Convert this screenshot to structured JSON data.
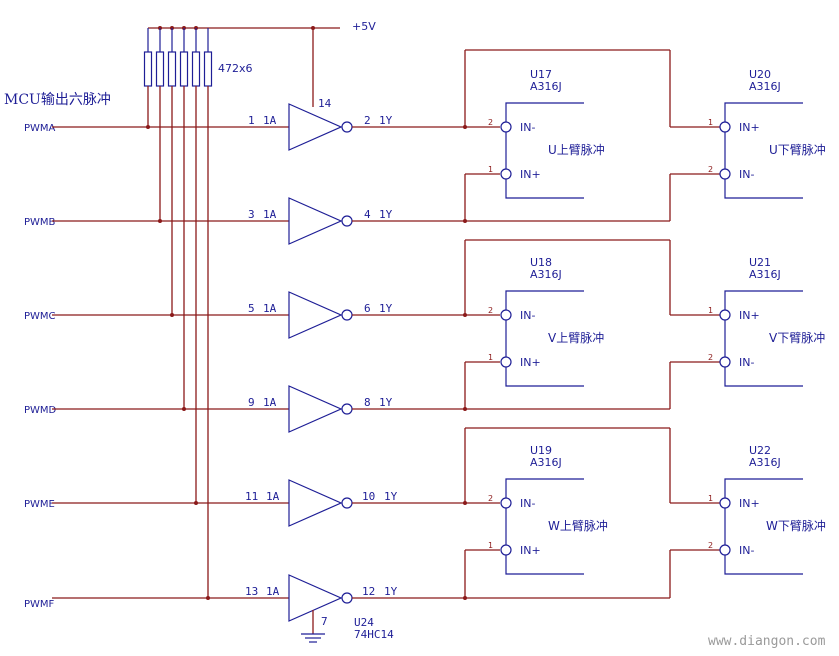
{
  "diagram": {
    "title": "MCU输出六脉冲",
    "supply_label": "+5V",
    "resistor_label": "472x6",
    "watermark": "www.diangon.com",
    "inputs": [
      {
        "net": "PWMA",
        "in_pin": "1",
        "in_name": "1A",
        "out_pin": "2",
        "out_name": "1Y"
      },
      {
        "net": "PWMB",
        "in_pin": "3",
        "in_name": "1A",
        "out_pin": "4",
        "out_name": "1Y"
      },
      {
        "net": "PWMC",
        "in_pin": "5",
        "in_name": "1A",
        "out_pin": "6",
        "out_name": "1Y"
      },
      {
        "net": "PWMD",
        "in_pin": "9",
        "in_name": "1A",
        "out_pin": "8",
        "out_name": "1Y"
      },
      {
        "net": "PWME",
        "in_pin": "11",
        "in_name": "1A",
        "out_pin": "10",
        "out_name": "1Y"
      },
      {
        "net": "PWMF",
        "in_pin": "13",
        "in_name": "1A",
        "out_pin": "12",
        "out_name": "1Y"
      }
    ],
    "inverter_ic": {
      "ref": "U24",
      "part": "74HC14",
      "vcc_pin": "14",
      "gnd_pin": "7"
    },
    "optos": [
      {
        "ref": "U17",
        "part": "A316J",
        "label": "U上臂脉冲",
        "top_pin": "2",
        "top_name": "IN-",
        "bottom_pin": "1",
        "bottom_name": "IN+"
      },
      {
        "ref": "U20",
        "part": "A316J",
        "label": "U下臂脉冲",
        "top_pin": "1",
        "top_name": "IN+",
        "bottom_pin": "2",
        "bottom_name": "IN-"
      },
      {
        "ref": "U18",
        "part": "A316J",
        "label": "V上臂脉冲",
        "top_pin": "2",
        "top_name": "IN-",
        "bottom_pin": "1",
        "bottom_name": "IN+"
      },
      {
        "ref": "U21",
        "part": "A316J",
        "label": "V下臂脉冲",
        "top_pin": "1",
        "top_name": "IN+",
        "bottom_pin": "2",
        "bottom_name": "IN-"
      },
      {
        "ref": "U19",
        "part": "A316J",
        "label": "W上臂脉冲",
        "top_pin": "2",
        "top_name": "IN-",
        "bottom_pin": "1",
        "bottom_name": "IN+"
      },
      {
        "ref": "U22",
        "part": "A316J",
        "label": "W下臂脉冲",
        "top_pin": "1",
        "top_name": "IN+",
        "bottom_pin": "2",
        "bottom_name": "IN-"
      }
    ]
  }
}
